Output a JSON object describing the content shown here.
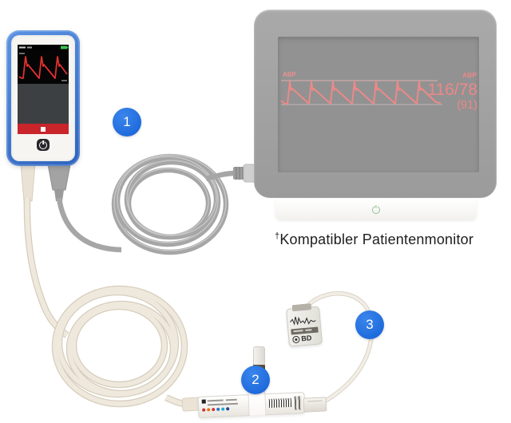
{
  "callouts": [
    {
      "number": "1"
    },
    {
      "number": "2"
    },
    {
      "number": "3"
    }
  ],
  "patient_monitor": {
    "caption": {
      "dagger": "†",
      "text": "Kompatibler Patientenmonitor"
    },
    "screen": {
      "wave_label": "ABP",
      "numeric_label": "ABP",
      "pressure": "116/78",
      "mean": "(91)"
    }
  },
  "sensor_cartridge": {
    "brand": "BD"
  },
  "icons": {
    "power_icon": "power symbol ring",
    "battery_icon": "green battery",
    "stop_icon": "white square",
    "stand_power_icon": "green power symbol"
  },
  "colors": {
    "callout_blue": "#1b6fe3",
    "handheld_blue": "#3c79d6",
    "handheld_wave_red": "#e03030",
    "record_bar_red": "#c9252b",
    "battery_green": "#39c24d",
    "monitor_wave_pink": "#ec8989",
    "monitor_value_pink": "#ec8888",
    "cream_cable": "#efe9dd",
    "gray_cable": "#a6a6a6"
  }
}
